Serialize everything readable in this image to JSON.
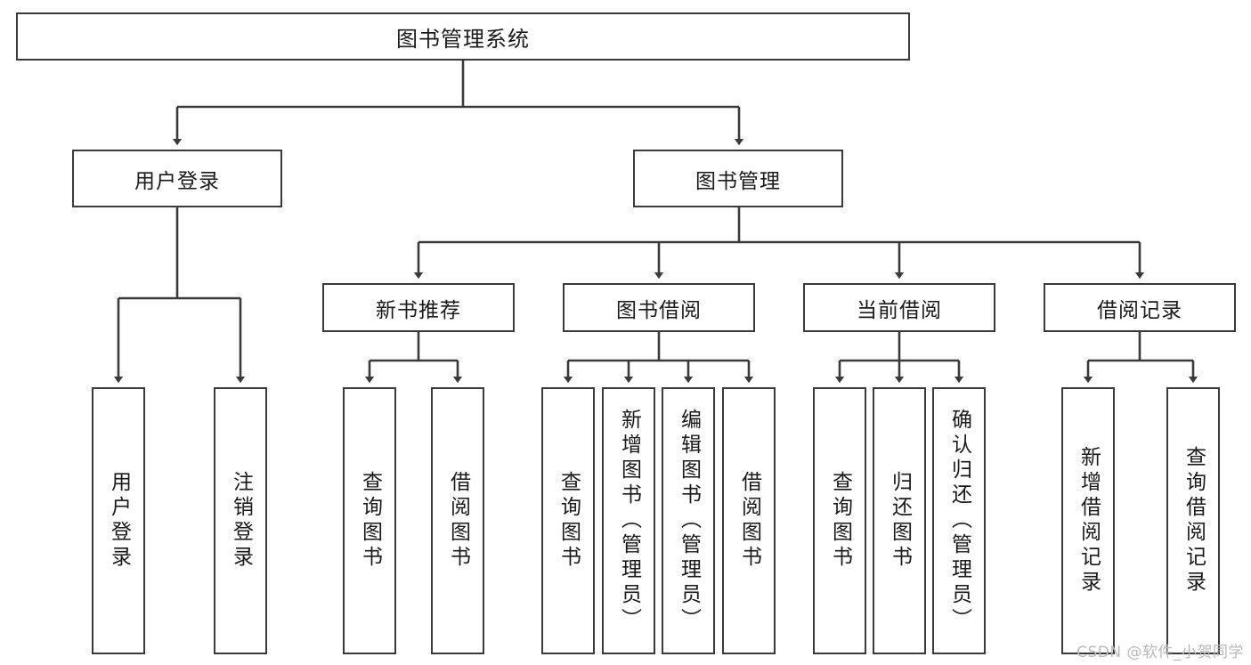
{
  "diagram": {
    "title": "图书管理系统",
    "watermark": "CSDN @软件_小贺同学",
    "stroke_color": "#3a3a3a",
    "text_color": "#1a1a1a",
    "background": "#ffffff",
    "nodes": {
      "root": {
        "label": "图书管理系统",
        "level": 0,
        "orientation": "horizontal"
      },
      "l1_user_login": {
        "label": "用户登录",
        "level": 1,
        "orientation": "horizontal"
      },
      "l1_book_mgmt": {
        "label": "图书管理",
        "level": 1,
        "orientation": "horizontal"
      },
      "l2_new_book_rec": {
        "label": "新书推荐",
        "level": 2,
        "orientation": "horizontal"
      },
      "l2_book_borrow": {
        "label": "图书借阅",
        "level": 2,
        "orientation": "horizontal"
      },
      "l2_current_borrow": {
        "label": "当前借阅",
        "level": 2,
        "orientation": "horizontal"
      },
      "l2_borrow_record": {
        "label": "借阅记录",
        "level": 2,
        "orientation": "horizontal"
      },
      "leaf_user_login": {
        "label": "用户登录",
        "level": 3,
        "orientation": "vertical"
      },
      "leaf_user_logout": {
        "label": "注销登录",
        "level": 3,
        "orientation": "vertical"
      },
      "leaf_rec_query_book": {
        "label": "查询图书",
        "level": 3,
        "orientation": "vertical"
      },
      "leaf_rec_borrow_book": {
        "label": "借阅图书",
        "level": 3,
        "orientation": "vertical"
      },
      "leaf_borrow_query_book": {
        "label": "查询图书",
        "level": 3,
        "orientation": "vertical"
      },
      "leaf_add_book_admin": {
        "label": "新增图书（管理员）",
        "level": 3,
        "orientation": "vertical"
      },
      "leaf_edit_book_admin": {
        "label": "编辑图书（管理员）",
        "level": 3,
        "orientation": "vertical"
      },
      "leaf_borrow_book": {
        "label": "借阅图书",
        "level": 3,
        "orientation": "vertical"
      },
      "leaf_cur_query_book": {
        "label": "查询图书",
        "level": 3,
        "orientation": "vertical"
      },
      "leaf_return_book": {
        "label": "归还图书",
        "level": 3,
        "orientation": "vertical"
      },
      "leaf_confirm_return_admin": {
        "label": "确认归还（管理员）",
        "level": 3,
        "orientation": "vertical"
      },
      "leaf_add_borrow_record": {
        "label": "新增借阅记录",
        "level": 3,
        "orientation": "vertical"
      },
      "leaf_query_borrow_record": {
        "label": "查询借阅记录",
        "level": 3,
        "orientation": "vertical"
      }
    },
    "edges": [
      {
        "from": "root",
        "to": "l1_user_login"
      },
      {
        "from": "root",
        "to": "l1_book_mgmt"
      },
      {
        "from": "l1_user_login",
        "to": "leaf_user_login"
      },
      {
        "from": "l1_user_login",
        "to": "leaf_user_logout"
      },
      {
        "from": "l1_book_mgmt",
        "to": "l2_new_book_rec"
      },
      {
        "from": "l1_book_mgmt",
        "to": "l2_book_borrow"
      },
      {
        "from": "l1_book_mgmt",
        "to": "l2_current_borrow"
      },
      {
        "from": "l1_book_mgmt",
        "to": "l2_borrow_record"
      },
      {
        "from": "l2_new_book_rec",
        "to": "leaf_rec_query_book"
      },
      {
        "from": "l2_new_book_rec",
        "to": "leaf_rec_borrow_book"
      },
      {
        "from": "l2_book_borrow",
        "to": "leaf_borrow_query_book"
      },
      {
        "from": "l2_book_borrow",
        "to": "leaf_add_book_admin"
      },
      {
        "from": "l2_book_borrow",
        "to": "leaf_edit_book_admin"
      },
      {
        "from": "l2_book_borrow",
        "to": "leaf_borrow_book"
      },
      {
        "from": "l2_current_borrow",
        "to": "leaf_cur_query_book"
      },
      {
        "from": "l2_current_borrow",
        "to": "leaf_return_book"
      },
      {
        "from": "l2_current_borrow",
        "to": "leaf_confirm_return_admin"
      },
      {
        "from": "l2_borrow_record",
        "to": "leaf_add_borrow_record"
      },
      {
        "from": "l2_borrow_record",
        "to": "leaf_query_borrow_record"
      }
    ]
  }
}
